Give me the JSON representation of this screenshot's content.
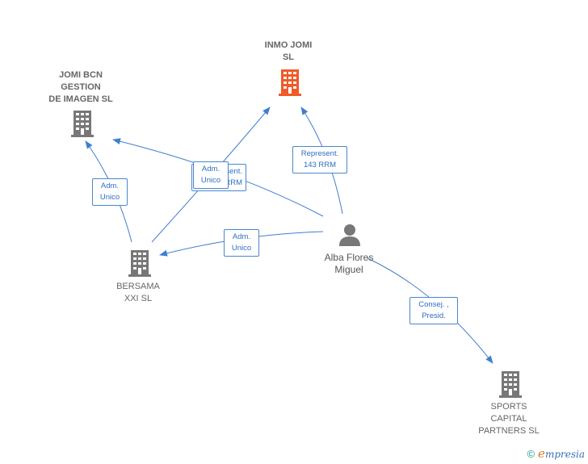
{
  "nodes": {
    "inmo_jomi": {
      "label": "INMO JOMI\nSL",
      "color": "#f05a28"
    },
    "jomi_bcn": {
      "label": "JOMI BCN\nGESTION\nDE IMAGEN SL",
      "color": "#777777"
    },
    "bersama": {
      "label": "BERSAMA\nXXI  SL",
      "color": "#777777"
    },
    "sports": {
      "label": "SPORTS\nCAPITAL\nPARTNERS  SL",
      "color": "#777777"
    },
    "alba": {
      "label": "Alba Flores\nMiguel",
      "color": "#777777"
    }
  },
  "edges": {
    "represent_143": "Represent.\n143 RRM",
    "adm_unico_hidden": "Represent.\n143 RRM",
    "adm_unico_front": "Adm.\nUnico",
    "adm_unico_bersama_jomi": "Adm.\nUnico",
    "adm_unico_alba_bersama": "Adm.\nUnico",
    "consej_presid": "Consej. ,\nPresid."
  },
  "colors": {
    "edge": "#3f7fcf"
  },
  "footer": {
    "copyright": "©",
    "brand_e": "e",
    "brand_rest": "mpresia"
  }
}
